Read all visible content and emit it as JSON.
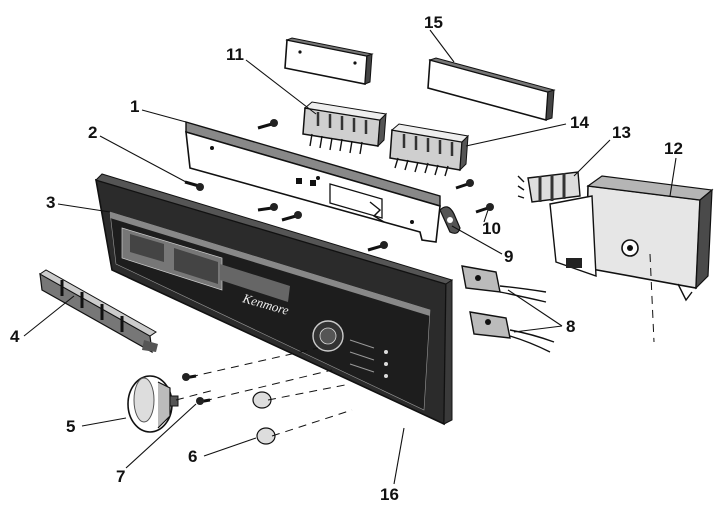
{
  "diagram": {
    "brand_text": "Kenmore",
    "callouts": [
      {
        "id": "1",
        "text": "1"
      },
      {
        "id": "2",
        "text": "2"
      },
      {
        "id": "3",
        "text": "3"
      },
      {
        "id": "4",
        "text": "4"
      },
      {
        "id": "5",
        "text": "5"
      },
      {
        "id": "6",
        "text": "6"
      },
      {
        "id": "7",
        "text": "7"
      },
      {
        "id": "8",
        "text": "8"
      },
      {
        "id": "9",
        "text": "9"
      },
      {
        "id": "10",
        "text": "10"
      },
      {
        "id": "11",
        "text": "11"
      },
      {
        "id": "12",
        "text": "12"
      },
      {
        "id": "13",
        "text": "13"
      },
      {
        "id": "14",
        "text": "14"
      },
      {
        "id": "15",
        "text": "15"
      },
      {
        "id": "16",
        "text": "16"
      }
    ],
    "colors": {
      "ink": "#111111",
      "panel_dark": "#2b2b2b",
      "panel_mid": "#555555",
      "part_gray": "#8a8a8a",
      "paper": "#ffffff"
    }
  }
}
